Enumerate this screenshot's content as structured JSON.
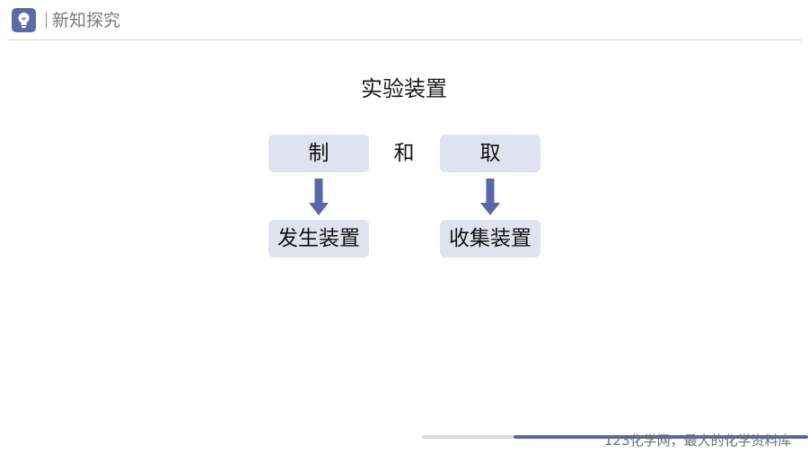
{
  "header": {
    "logo_icon": "lightbulb-icon",
    "title": "新知探究"
  },
  "main": {
    "title": "实验装置",
    "top_left": "制",
    "conjunction": "和",
    "top_right": "取",
    "bottom_left": "发生装置",
    "bottom_right": "收集装置"
  },
  "footer": {
    "text": "123化学网，最大的化学资料库"
  },
  "colors": {
    "accent": "#5a6aa6",
    "box_fill": "#dfe3ef",
    "arrow": "#5867a7"
  }
}
